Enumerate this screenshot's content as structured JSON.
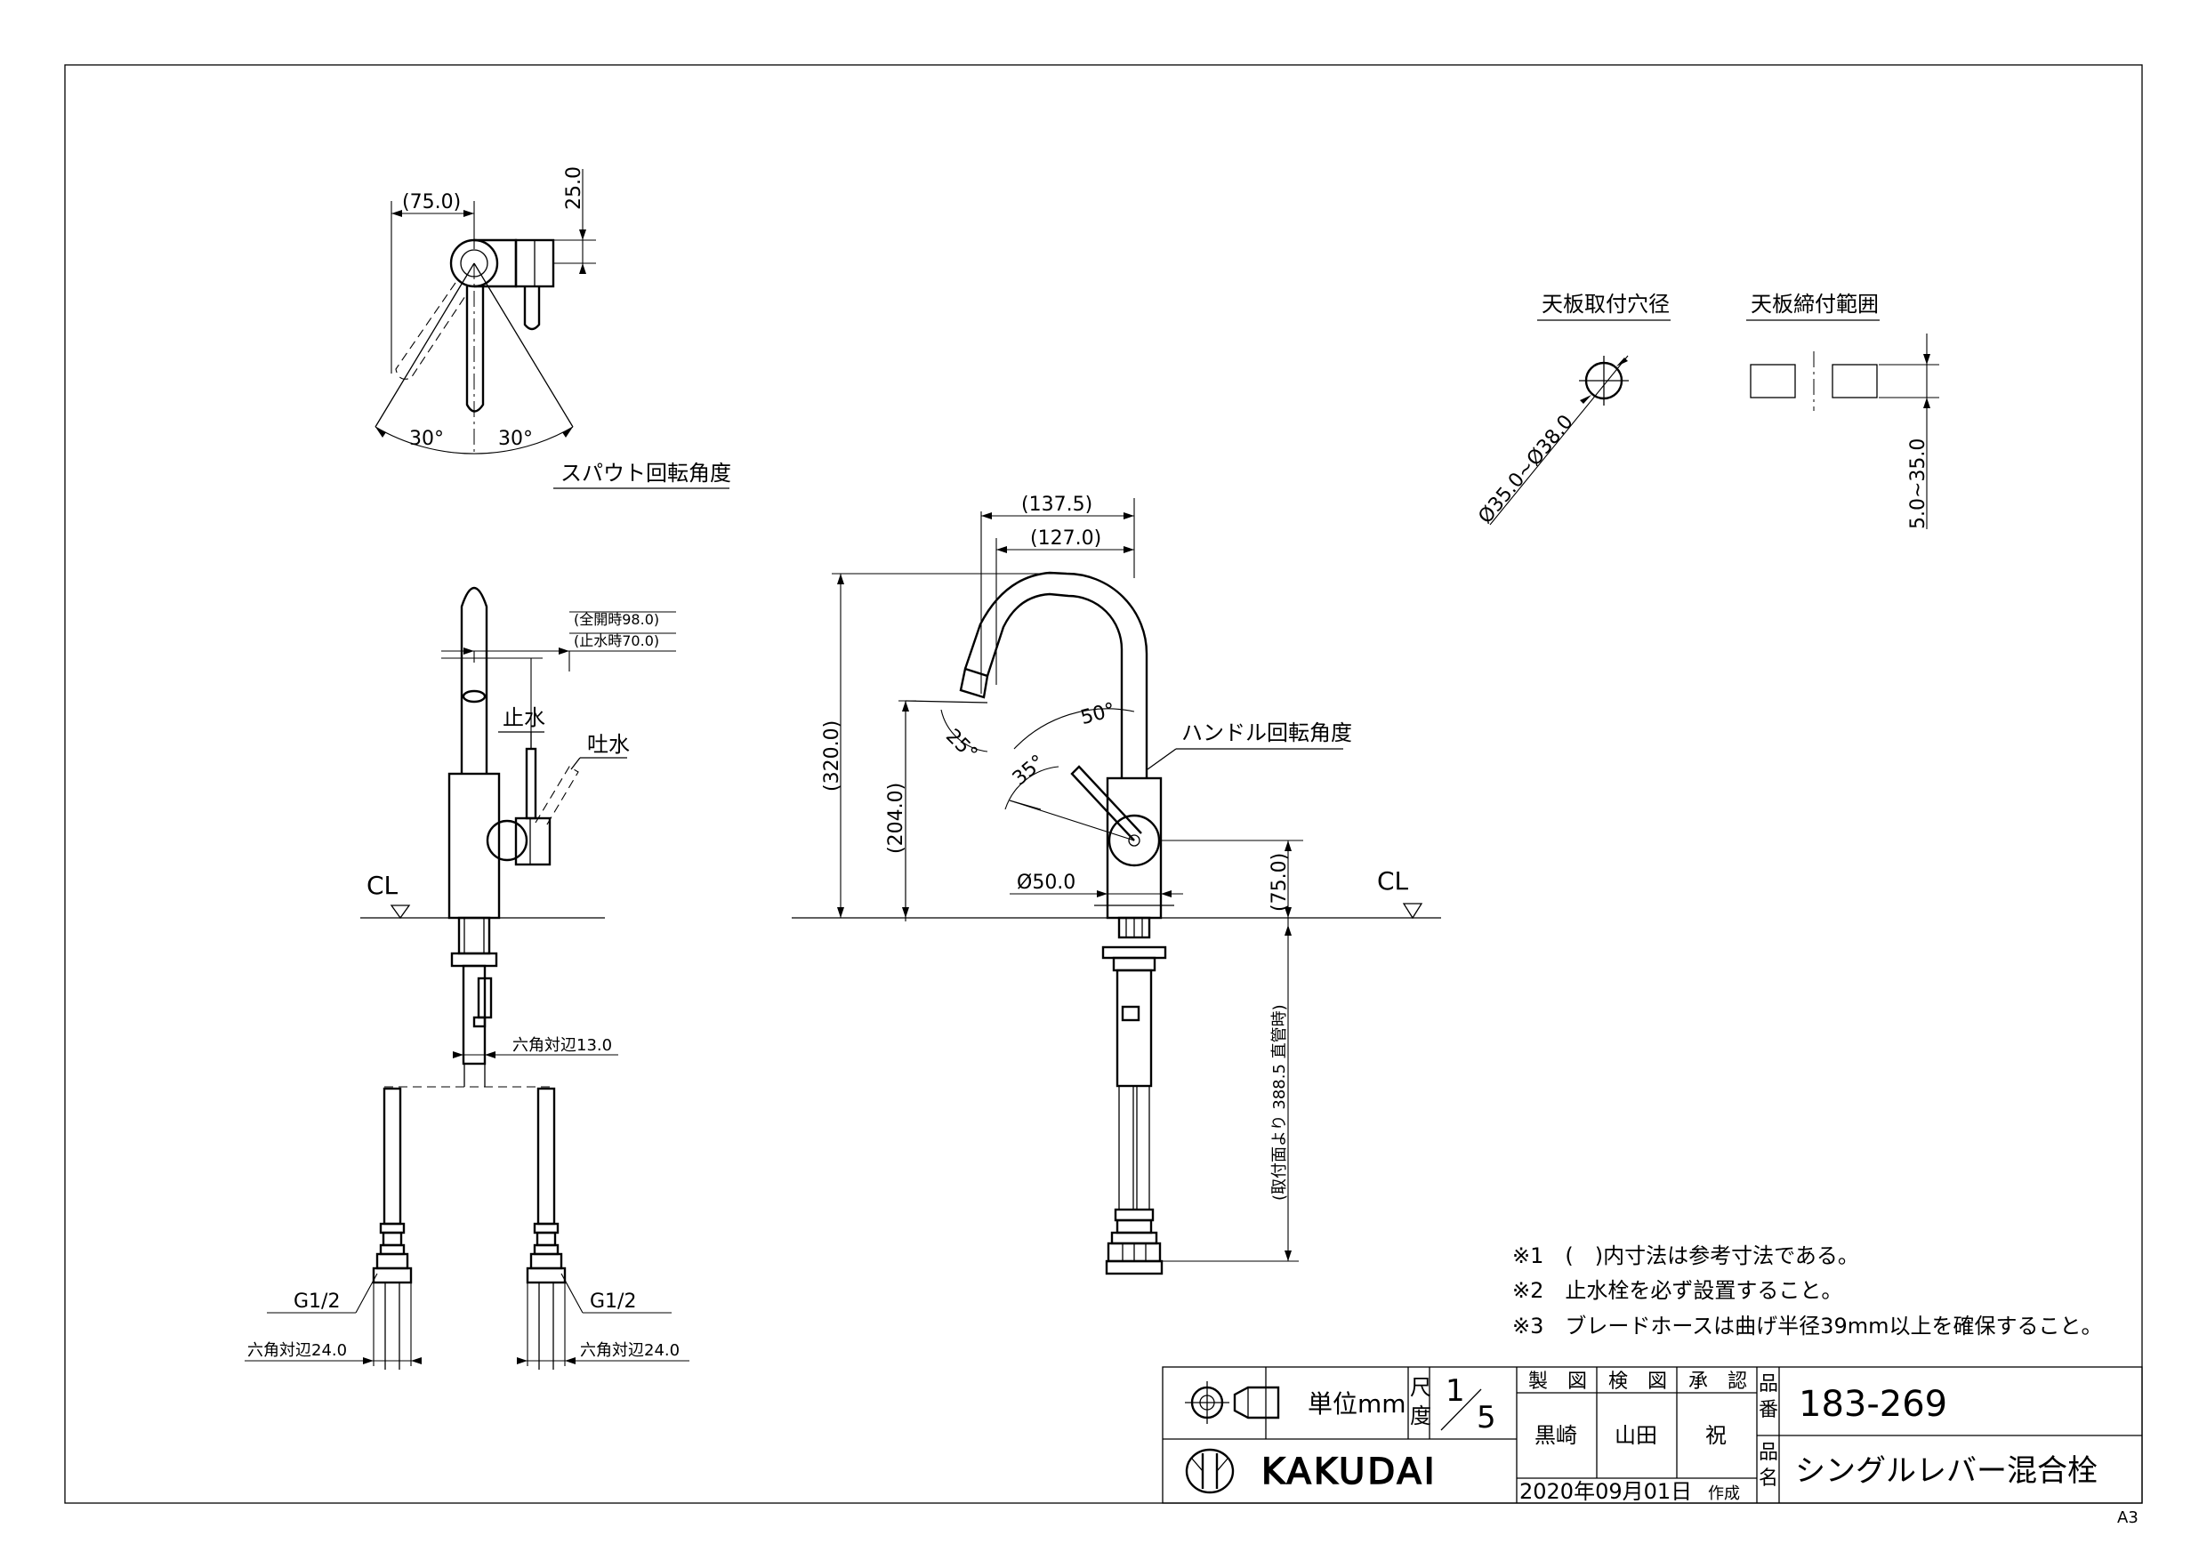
{
  "drawing": {
    "top_view": {
      "width_dim": "(75.0)",
      "height_dim": "25.0",
      "angle_left": "30°",
      "angle_right": "30°",
      "caption": "スパウト回転角度"
    },
    "side_view": {
      "lever_full_open": "(全開時98.0)",
      "lever_stop": "(止水時70.0)",
      "label_stop_water": "止水",
      "label_discharge": "吐水",
      "cl": "CL",
      "hex_13": "六角対辺13.0",
      "g_left": "G1/2",
      "g_right": "G1/2",
      "hex_24_left": "六角対辺24.0",
      "hex_24_right": "六角対辺24.0"
    },
    "front_view": {
      "dim_137": "(137.5)",
      "dim_127": "(127.0)",
      "dim_320": "(320.0)",
      "dim_204": "(204.0)",
      "angle_25": "25°",
      "angle_35": "35°",
      "angle_50": "50°",
      "handle_caption": "ハンドル回転角度",
      "dia_50": "Ø50.0",
      "dim_75": "(75.0)",
      "cl": "CL",
      "hose_length": "(取付面より 388.5 直管時)"
    },
    "hole": {
      "title": "天板取付穴径",
      "dim": "Ø35.0~Ø38.0"
    },
    "clamp": {
      "title": "天板締付範囲",
      "dim": "5.0~35.0"
    },
    "notes": [
      "※1　(　)内寸法は参考寸法である。",
      "※2　止水栓を必ず設置すること。",
      "※3　ブレードホースは曲げ半径39mm以上を確保すること。"
    ]
  },
  "title_block": {
    "unit_label": "単位mm",
    "scale_label_1": "尺",
    "scale_label_2": "度",
    "scale_num": "1",
    "scale_den": "5",
    "col_drawn": "製　図",
    "col_checked": "検　図",
    "col_approved": "承　認",
    "drawn_by": "黒崎",
    "checked_by": "山田",
    "approved_by": "祝",
    "hinban_1": "品",
    "hinban_2": "番",
    "hinmei_1": "品",
    "hinmei_2": "名",
    "part_number": "183-269",
    "product_name": "シングルレバー混合栓",
    "brand": "KAKUDAI",
    "date": "2020年09月01日",
    "created": "作成",
    "sheet_size": "A3"
  },
  "colors": {
    "line": "#000000",
    "paper": "#ffffff",
    "hatch": "#000000"
  }
}
